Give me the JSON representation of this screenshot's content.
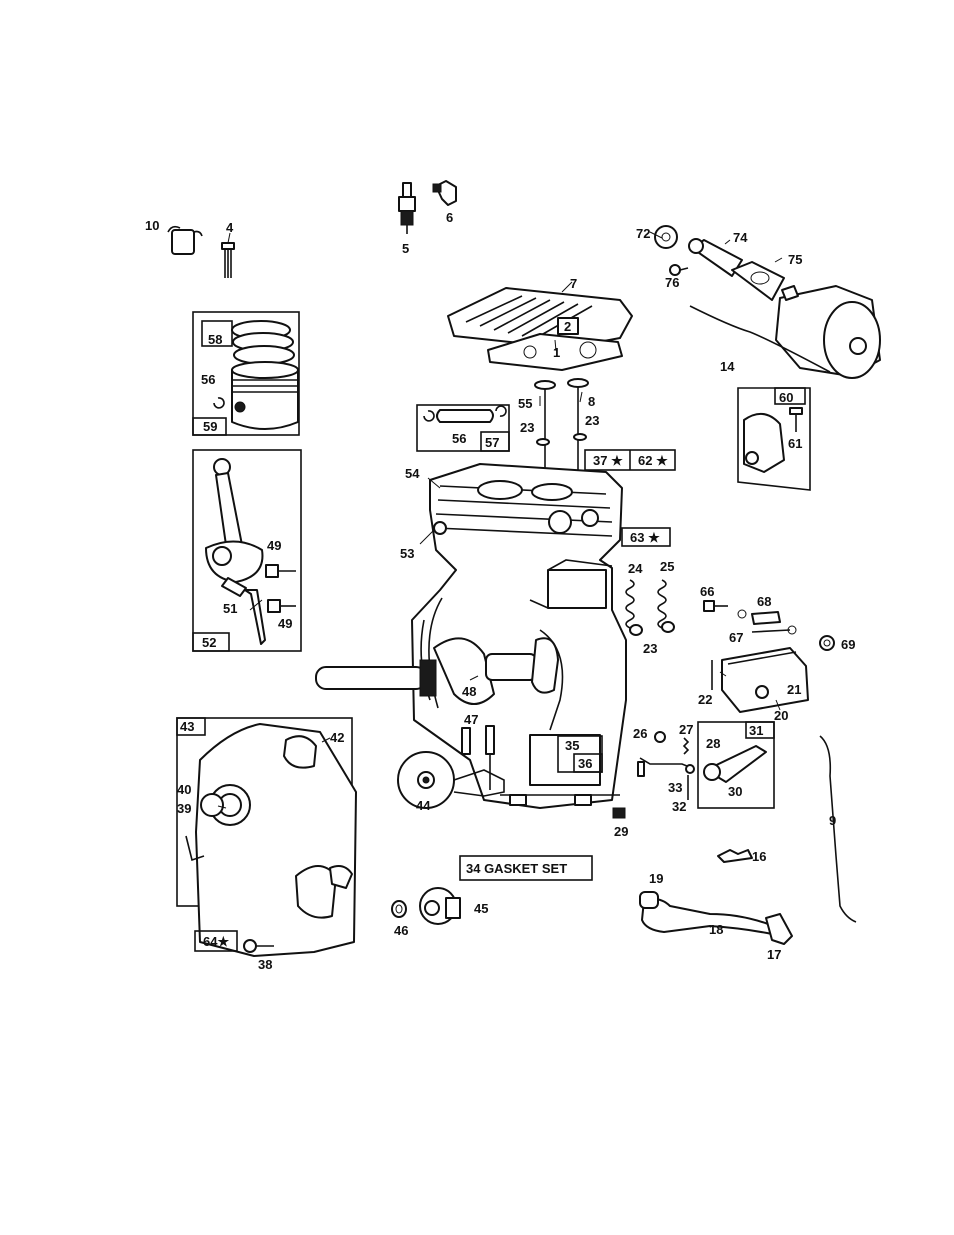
{
  "labels": {
    "p1": "1",
    "p2": "2",
    "p4": "4",
    "p5": "5",
    "p6": "6",
    "p7": "7",
    "p8": "8",
    "p9": "9",
    "p10": "10",
    "p14": "14",
    "p16": "16",
    "p17": "17",
    "p18": "18",
    "p19": "19",
    "p20": "20",
    "p21": "21",
    "p22": "22",
    "p23a": "23",
    "p23b": "23",
    "p23c": "23",
    "p24": "24",
    "p25": "25",
    "p26": "26",
    "p27": "27",
    "p28": "28",
    "p29": "29",
    "p30": "30",
    "p31": "31",
    "p32": "32",
    "p33": "33",
    "p35": "35",
    "p36": "36",
    "p37": "37 ★",
    "p38": "38",
    "p39": "39",
    "p40": "40",
    "p42": "42",
    "p43": "43",
    "p44": "44",
    "p45": "45",
    "p46": "46",
    "p47": "47",
    "p48": "48",
    "p49a": "49",
    "p49b": "49",
    "p51": "51",
    "p52": "52",
    "p53": "53",
    "p54": "54",
    "p55": "55",
    "p56a": "56",
    "p56b": "56",
    "p57": "57",
    "p58": "58",
    "p59": "59",
    "p60": "60",
    "p61": "61",
    "p62": "62 ★",
    "p63": "63 ★",
    "p64": "64★",
    "p66": "66",
    "p67": "67",
    "p68": "68",
    "p69": "69",
    "p72": "72",
    "p74": "74",
    "p75": "75",
    "p76": "76",
    "gasket_set": "34  GASKET SET"
  }
}
